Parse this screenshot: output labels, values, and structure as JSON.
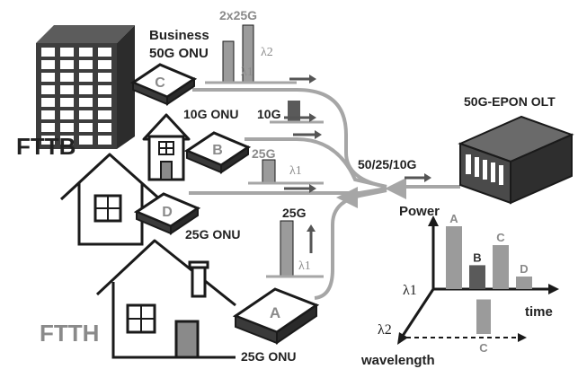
{
  "labels": {
    "fttb": "FTTB",
    "ftth": "FTTH",
    "business_line1": "Business",
    "business_line2": "50G ONU",
    "rate_2x25g": "2x25G",
    "lambda2_top": "λ2",
    "lambda1_top": "λ1",
    "onu_10g": "10G ONU",
    "rate_10g": "10G",
    "rate_25g_mid": "25G",
    "lambda1_mid": "λ1",
    "onu_25g_d": "25G ONU",
    "rate_25g_a": "25G",
    "lambda1_a": "λ1",
    "onu_25g_a": "25G ONU",
    "olt": "50G-EPON OLT",
    "rates_combined": "50/25/10G",
    "axis_power": "Power",
    "axis_time": "time",
    "axis_wavelength": "wavelength",
    "axis_lambda1": "λ1",
    "axis_lambda2": "λ2"
  },
  "onus": {
    "a": "A",
    "b": "B",
    "c": "C",
    "d": "D"
  },
  "timeline": {
    "lambda1_bars": [
      {
        "label": "A",
        "value": 1.0
      },
      {
        "label": "B",
        "value": 0.38
      },
      {
        "label": "C",
        "value": 0.7
      },
      {
        "label": "D",
        "value": 0.2
      }
    ],
    "lambda2_bar": {
      "label": "C",
      "value": 0.55
    }
  },
  "colors": {
    "fiber": "#a6a6a6",
    "bar_light": "#9b9b9b",
    "bar_dark": "#5a5a5a",
    "outline": "#1a1a1a",
    "building": "#3d3d3d"
  }
}
